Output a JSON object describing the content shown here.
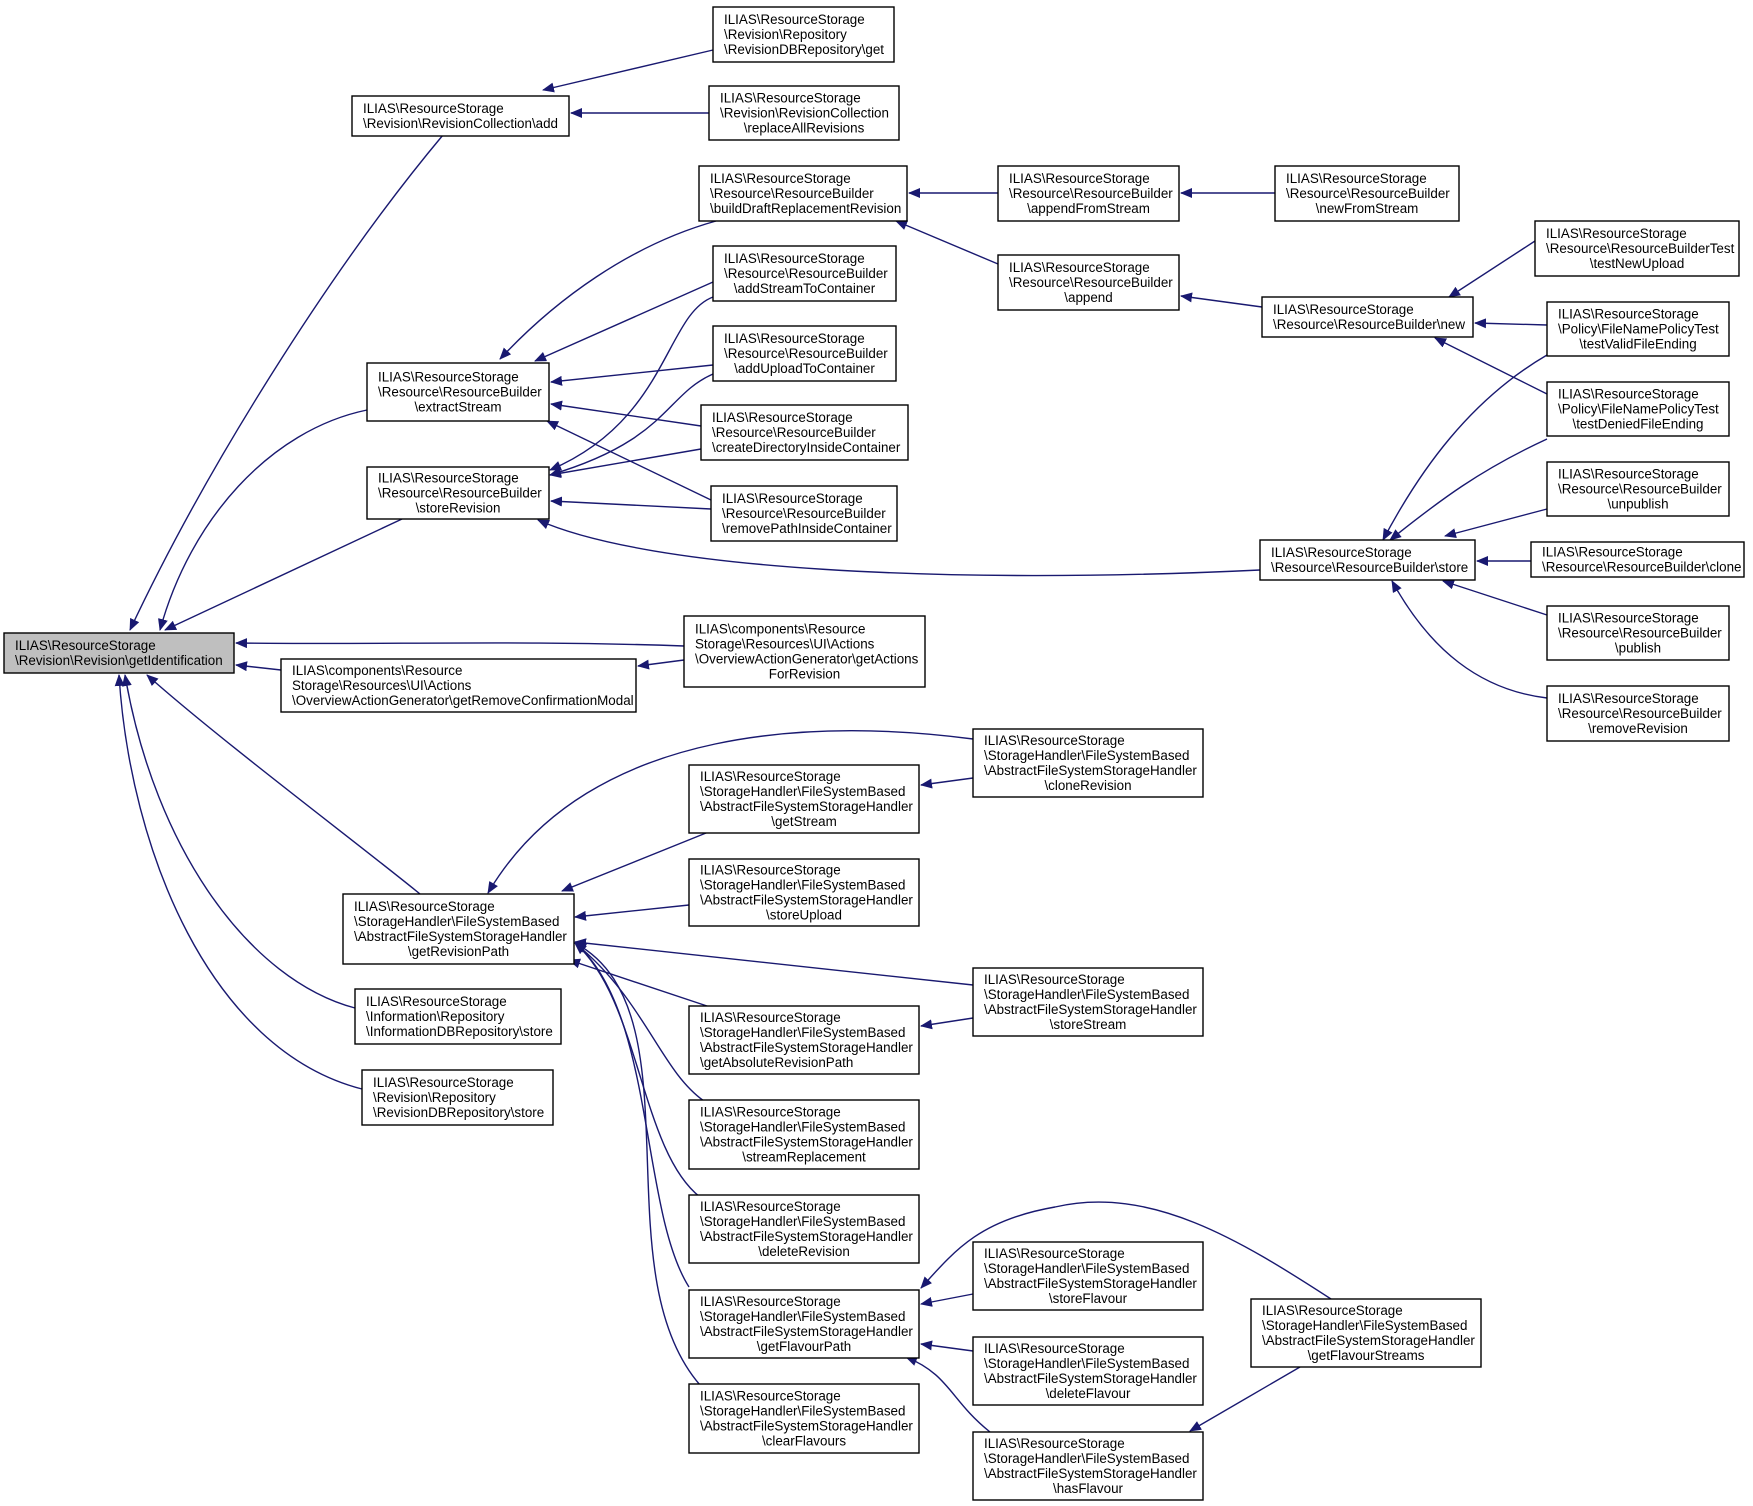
{
  "diagram": {
    "root": "n0",
    "nodes": [
      {
        "id": "n0",
        "lines": [
          "ILIAS\\ResourceStorage",
          "\\Revision\\Revision\\getIdentification"
        ]
      },
      {
        "id": "n1",
        "lines": [
          "ILIAS\\ResourceStorage",
          "\\Revision\\RevisionCollection\\add"
        ]
      },
      {
        "id": "n2",
        "lines": [
          "ILIAS\\ResourceStorage",
          "\\Revision\\Repository",
          "\\RevisionDBRepository\\get"
        ]
      },
      {
        "id": "n3",
        "lines": [
          "ILIAS\\ResourceStorage",
          "\\Revision\\RevisionCollection",
          "\\replaceAllRevisions"
        ]
      },
      {
        "id": "n4",
        "lines": [
          "ILIAS\\ResourceStorage",
          "\\Resource\\ResourceBuilder",
          "\\buildDraftReplacementRevision"
        ]
      },
      {
        "id": "n5",
        "lines": [
          "ILIAS\\ResourceStorage",
          "\\Resource\\ResourceBuilder",
          "\\appendFromStream"
        ]
      },
      {
        "id": "n6",
        "lines": [
          "ILIAS\\ResourceStorage",
          "\\Resource\\ResourceBuilder",
          "\\newFromStream"
        ]
      },
      {
        "id": "n7",
        "lines": [
          "ILIAS\\ResourceStorage",
          "\\Resource\\ResourceBuilder",
          "\\addStreamToContainer"
        ]
      },
      {
        "id": "n8",
        "lines": [
          "ILIAS\\ResourceStorage",
          "\\Resource\\ResourceBuilder",
          "\\append"
        ]
      },
      {
        "id": "n9",
        "lines": [
          "ILIAS\\ResourceStorage",
          "\\Resource\\ResourceBuilderTest",
          "\\testNewUpload"
        ]
      },
      {
        "id": "n10",
        "lines": [
          "ILIAS\\ResourceStorage",
          "\\Resource\\ResourceBuilder\\new"
        ]
      },
      {
        "id": "n11",
        "lines": [
          "ILIAS\\ResourceStorage",
          "\\Policy\\FileNamePolicyTest",
          "\\testValidFileEnding"
        ]
      },
      {
        "id": "n12",
        "lines": [
          "ILIAS\\ResourceStorage",
          "\\Resource\\ResourceBuilder",
          "\\extractStream"
        ]
      },
      {
        "id": "n13",
        "lines": [
          "ILIAS\\ResourceStorage",
          "\\Resource\\ResourceBuilder",
          "\\addUploadToContainer"
        ]
      },
      {
        "id": "n14",
        "lines": [
          "ILIAS\\ResourceStorage",
          "\\Policy\\FileNamePolicyTest",
          "\\testDeniedFileEnding"
        ]
      },
      {
        "id": "n15",
        "lines": [
          "ILIAS\\ResourceStorage",
          "\\Resource\\ResourceBuilder",
          "\\createDirectoryInsideContainer"
        ]
      },
      {
        "id": "n16",
        "lines": [
          "ILIAS\\ResourceStorage",
          "\\Resource\\ResourceBuilder",
          "\\storeRevision"
        ]
      },
      {
        "id": "n17",
        "lines": [
          "ILIAS\\ResourceStorage",
          "\\Resource\\ResourceBuilder",
          "\\unpublish"
        ]
      },
      {
        "id": "n18",
        "lines": [
          "ILIAS\\ResourceStorage",
          "\\Resource\\ResourceBuilder",
          "\\removePathInsideContainer"
        ]
      },
      {
        "id": "n19",
        "lines": [
          "ILIAS\\ResourceStorage",
          "\\Resource\\ResourceBuilder\\store"
        ]
      },
      {
        "id": "n20",
        "lines": [
          "ILIAS\\ResourceStorage",
          "\\Resource\\ResourceBuilder\\clone"
        ]
      },
      {
        "id": "n21",
        "lines": [
          "ILIAS\\components\\Resource",
          "Storage\\Resources\\UI\\Actions",
          "\\OverviewActionGenerator\\getActions",
          "ForRevision"
        ]
      },
      {
        "id": "n22",
        "lines": [
          "ILIAS\\ResourceStorage",
          "\\Resource\\ResourceBuilder",
          "\\publish"
        ]
      },
      {
        "id": "n23",
        "lines": [
          "ILIAS\\components\\Resource",
          "Storage\\Resources\\UI\\Actions",
          "\\OverviewActionGenerator\\getRemoveConfirmationModal"
        ]
      },
      {
        "id": "n24",
        "lines": [
          "ILIAS\\ResourceStorage",
          "\\Resource\\ResourceBuilder",
          "\\removeRevision"
        ]
      },
      {
        "id": "n25",
        "lines": [
          "ILIAS\\ResourceStorage",
          "\\StorageHandler\\FileSystemBased",
          "\\AbstractFileSystemStorageHandler",
          "\\cloneRevision"
        ]
      },
      {
        "id": "n26",
        "lines": [
          "ILIAS\\ResourceStorage",
          "\\StorageHandler\\FileSystemBased",
          "\\AbstractFileSystemStorageHandler",
          "\\getStream"
        ]
      },
      {
        "id": "n27",
        "lines": [
          "ILIAS\\ResourceStorage",
          "\\StorageHandler\\FileSystemBased",
          "\\AbstractFileSystemStorageHandler",
          "\\storeUpload"
        ]
      },
      {
        "id": "n28",
        "lines": [
          "ILIAS\\ResourceStorage",
          "\\StorageHandler\\FileSystemBased",
          "\\AbstractFileSystemStorageHandler",
          "\\getRevisionPath"
        ]
      },
      {
        "id": "n29",
        "lines": [
          "ILIAS\\ResourceStorage",
          "\\StorageHandler\\FileSystemBased",
          "\\AbstractFileSystemStorageHandler",
          "\\storeStream"
        ]
      },
      {
        "id": "n30",
        "lines": [
          "ILIAS\\ResourceStorage",
          "\\Information\\Repository",
          "\\InformationDBRepository\\store"
        ]
      },
      {
        "id": "n31",
        "lines": [
          "ILIAS\\ResourceStorage",
          "\\StorageHandler\\FileSystemBased",
          "\\AbstractFileSystemStorageHandler",
          "\\getAbsoluteRevisionPath"
        ]
      },
      {
        "id": "n32",
        "lines": [
          "ILIAS\\ResourceStorage",
          "\\Revision\\Repository",
          "\\RevisionDBRepository\\store"
        ]
      },
      {
        "id": "n33",
        "lines": [
          "ILIAS\\ResourceStorage",
          "\\StorageHandler\\FileSystemBased",
          "\\AbstractFileSystemStorageHandler",
          "\\streamReplacement"
        ]
      },
      {
        "id": "n34",
        "lines": [
          "ILIAS\\ResourceStorage",
          "\\StorageHandler\\FileSystemBased",
          "\\AbstractFileSystemStorageHandler",
          "\\deleteRevision"
        ]
      },
      {
        "id": "n35",
        "lines": [
          "ILIAS\\ResourceStorage",
          "\\StorageHandler\\FileSystemBased",
          "\\AbstractFileSystemStorageHandler",
          "\\storeFlavour"
        ]
      },
      {
        "id": "n36",
        "lines": [
          "ILIAS\\ResourceStorage",
          "\\StorageHandler\\FileSystemBased",
          "\\AbstractFileSystemStorageHandler",
          "\\getFlavourPath"
        ]
      },
      {
        "id": "n37",
        "lines": [
          "ILIAS\\ResourceStorage",
          "\\StorageHandler\\FileSystemBased",
          "\\AbstractFileSystemStorageHandler",
          "\\getFlavourStreams"
        ]
      },
      {
        "id": "n38",
        "lines": [
          "ILIAS\\ResourceStorage",
          "\\StorageHandler\\FileSystemBased",
          "\\AbstractFileSystemStorageHandler",
          "\\deleteFlavour"
        ]
      },
      {
        "id": "n39",
        "lines": [
          "ILIAS\\ResourceStorage",
          "\\StorageHandler\\FileSystemBased",
          "\\AbstractFileSystemStorageHandler",
          "\\clearFlavours"
        ]
      },
      {
        "id": "n40",
        "lines": [
          "ILIAS\\ResourceStorage",
          "\\StorageHandler\\FileSystemBased",
          "\\AbstractFileSystemStorageHandler",
          "\\hasFlavour"
        ]
      }
    ],
    "edges": [
      {
        "from": "n1",
        "to": "n0"
      },
      {
        "from": "n2",
        "to": "n1"
      },
      {
        "from": "n3",
        "to": "n1"
      },
      {
        "from": "n12",
        "to": "n0"
      },
      {
        "from": "n4",
        "to": "n12"
      },
      {
        "from": "n7",
        "to": "n12"
      },
      {
        "from": "n13",
        "to": "n12"
      },
      {
        "from": "n15",
        "to": "n12"
      },
      {
        "from": "n18",
        "to": "n12"
      },
      {
        "from": "n5",
        "to": "n4"
      },
      {
        "from": "n8",
        "to": "n4"
      },
      {
        "from": "n6",
        "to": "n5"
      },
      {
        "from": "n10",
        "to": "n8"
      },
      {
        "from": "n9",
        "to": "n10"
      },
      {
        "from": "n11",
        "to": "n10"
      },
      {
        "from": "n14",
        "to": "n10"
      },
      {
        "from": "n16",
        "to": "n0"
      },
      {
        "from": "n7",
        "to": "n16"
      },
      {
        "from": "n13",
        "to": "n16"
      },
      {
        "from": "n15",
        "to": "n16"
      },
      {
        "from": "n18",
        "to": "n16"
      },
      {
        "from": "n19",
        "to": "n16"
      },
      {
        "from": "n11",
        "to": "n19"
      },
      {
        "from": "n14",
        "to": "n19"
      },
      {
        "from": "n17",
        "to": "n19"
      },
      {
        "from": "n20",
        "to": "n19"
      },
      {
        "from": "n22",
        "to": "n19"
      },
      {
        "from": "n24",
        "to": "n19"
      },
      {
        "from": "n21",
        "to": "n0"
      },
      {
        "from": "n23",
        "to": "n0"
      },
      {
        "from": "n21",
        "to": "n23"
      },
      {
        "from": "n28",
        "to": "n0"
      },
      {
        "from": "n30",
        "to": "n0"
      },
      {
        "from": "n32",
        "to": "n0"
      },
      {
        "from": "n25",
        "to": "n28"
      },
      {
        "from": "n26",
        "to": "n28"
      },
      {
        "from": "n27",
        "to": "n28"
      },
      {
        "from": "n29",
        "to": "n28"
      },
      {
        "from": "n31",
        "to": "n28"
      },
      {
        "from": "n33",
        "to": "n28"
      },
      {
        "from": "n34",
        "to": "n28"
      },
      {
        "from": "n36",
        "to": "n28"
      },
      {
        "from": "n39",
        "to": "n28"
      },
      {
        "from": "n25",
        "to": "n26"
      },
      {
        "from": "n29",
        "to": "n31"
      },
      {
        "from": "n35",
        "to": "n36"
      },
      {
        "from": "n37",
        "to": "n36"
      },
      {
        "from": "n38",
        "to": "n36"
      },
      {
        "from": "n40",
        "to": "n36"
      },
      {
        "from": "n37",
        "to": "n40"
      }
    ],
    "colors": {
      "edge": "#191970",
      "node_border": "#000000",
      "node_fill": "#ffffff",
      "root_fill": "#bfbfbf",
      "text": "#000000"
    }
  }
}
